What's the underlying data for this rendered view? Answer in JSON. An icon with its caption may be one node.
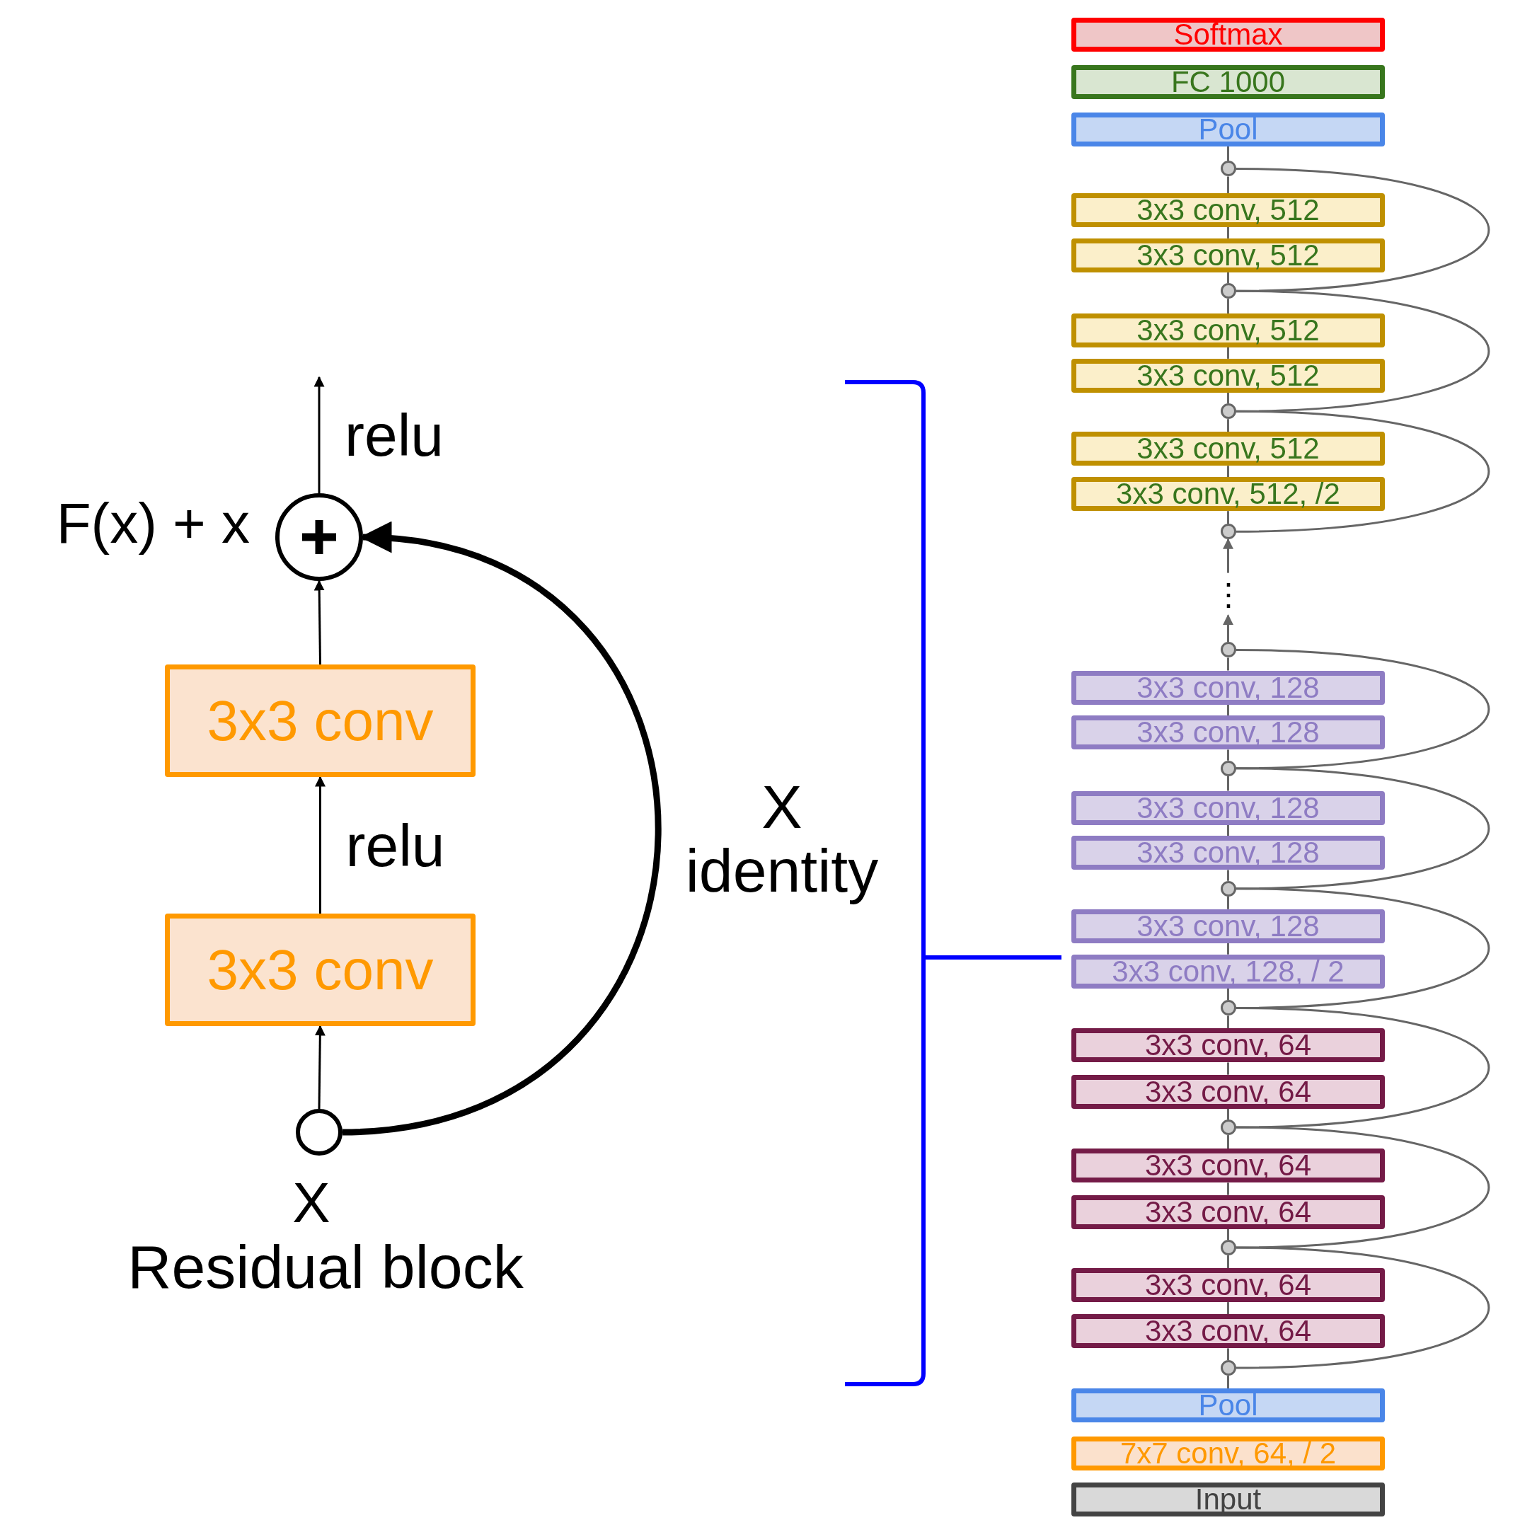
{
  "diagram": {
    "nodes": [
      {
        "text": [],
        "shape": "circle",
        "beside": [
          "F(x) + x"
        ]
      },
      {
        "text": [
          "3x3 conv"
        ]
      },
      {
        "text": [
          "3x3 conv"
        ]
      },
      {
        "text": [],
        "shape": "circle",
        "beside": [
          "X"
        ]
      },
      {
        "text": [
          "Softmax"
        ]
      },
      {
        "text": [
          "FC 1000"
        ]
      },
      {
        "text": [
          "Pool"
        ]
      },
      {
        "text": [],
        "shape": "circle"
      },
      {
        "text": [
          "3x3 conv, 512"
        ]
      },
      {
        "text": [
          "3x3 conv, 512"
        ]
      },
      {
        "text": [],
        "shape": "circle"
      },
      {
        "text": [
          "3x3 conv, 512"
        ]
      },
      {
        "text": [
          "3x3 conv, 512"
        ]
      },
      {
        "text": [],
        "shape": "circle"
      },
      {
        "text": [
          "3x3 conv, 512"
        ]
      },
      {
        "text": [
          "3x3 conv, 512, /2"
        ]
      },
      {
        "text": [],
        "shape": "circle"
      },
      {
        "text": [
          "⋮"
        ]
      },
      {
        "text": [],
        "shape": "circle"
      },
      {
        "text": [
          "3x3 conv, 128"
        ]
      },
      {
        "text": [
          "3x3 conv, 128"
        ]
      },
      {
        "text": [],
        "shape": "circle"
      },
      {
        "text": [
          "3x3 conv, 128"
        ]
      },
      {
        "text": [
          "3x3 conv, 128"
        ]
      },
      {
        "text": [],
        "shape": "circle"
      },
      {
        "text": [
          "3x3 conv, 128"
        ]
      },
      {
        "text": [
          "3x3 conv, 128, / 2"
        ]
      },
      {
        "text": [],
        "shape": "circle"
      },
      {
        "text": [
          "3x3 conv, 64"
        ]
      },
      {
        "text": [
          "3x3 conv, 64"
        ]
      },
      {
        "text": [],
        "shape": "circle"
      },
      {
        "text": [
          "3x3 conv, 64"
        ]
      },
      {
        "text": [
          "3x3 conv, 64"
        ]
      },
      {
        "text": [],
        "shape": "circle"
      },
      {
        "text": [
          "3x3 conv, 64"
        ]
      },
      {
        "text": [
          "3x3 conv, 64"
        ]
      },
      {
        "text": [],
        "shape": "circle"
      },
      {
        "text": [
          "Pool"
        ]
      },
      {
        "text": [
          "7x7 conv, 64, / 2"
        ]
      },
      {
        "text": [
          "Input"
        ]
      }
    ],
    "edges": [
      {
        "from": 0,
        "to": null,
        "arrow": "to",
        "label": "relu",
        "color": "#000000"
      },
      {
        "from": 1,
        "to": 0,
        "arrow": "to",
        "color": "#000000"
      },
      {
        "from": 2,
        "to": 1,
        "arrow": "to",
        "label": "relu",
        "color": "#000000"
      },
      {
        "from": 3,
        "to": 2,
        "arrow": "to",
        "color": "#000000"
      },
      {
        "from": 3,
        "to": 0,
        "arrow": "to",
        "style": "thick",
        "color": "#000000"
      },
      {
        "from": 7,
        "to": 6,
        "arrow": "none"
      },
      {
        "from": 8,
        "to": 7,
        "arrow": "none"
      },
      {
        "from": 9,
        "to": 8,
        "arrow": "none"
      },
      {
        "from": 10,
        "to": 9,
        "arrow": "none"
      },
      {
        "from": 11,
        "to": 10,
        "arrow": "none"
      },
      {
        "from": 12,
        "to": 11,
        "arrow": "none"
      },
      {
        "from": 13,
        "to": 12,
        "arrow": "none"
      },
      {
        "from": 14,
        "to": 13,
        "arrow": "none"
      },
      {
        "from": 15,
        "to": 14,
        "arrow": "none"
      },
      {
        "from": 16,
        "to": 15,
        "arrow": "none"
      },
      {
        "from": 17,
        "to": 16,
        "arrow": "to"
      },
      {
        "from": 18,
        "to": 17,
        "arrow": "to"
      },
      {
        "from": 19,
        "to": 18,
        "arrow": "none"
      },
      {
        "from": 20,
        "to": 19,
        "arrow": "none"
      },
      {
        "from": 21,
        "to": 20,
        "arrow": "none"
      },
      {
        "from": 22,
        "to": 21,
        "arrow": "none"
      },
      {
        "from": 23,
        "to": 22,
        "arrow": "none"
      },
      {
        "from": 24,
        "to": 23,
        "arrow": "none"
      },
      {
        "from": 25,
        "to": 24,
        "arrow": "none"
      },
      {
        "from": 26,
        "to": 25,
        "arrow": "none"
      },
      {
        "from": 27,
        "to": 26,
        "arrow": "none"
      },
      {
        "from": 28,
        "to": 27,
        "arrow": "none"
      },
      {
        "from": 29,
        "to": 28,
        "arrow": "none"
      },
      {
        "from": 30,
        "to": 29,
        "arrow": "none"
      },
      {
        "from": 31,
        "to": 30,
        "arrow": "none"
      },
      {
        "from": 32,
        "to": 31,
        "arrow": "none"
      },
      {
        "from": 33,
        "to": 32,
        "arrow": "none"
      },
      {
        "from": 34,
        "to": 33,
        "arrow": "none"
      },
      {
        "from": 35,
        "to": 34,
        "arrow": "none"
      },
      {
        "from": 36,
        "to": 35,
        "arrow": "none"
      },
      {
        "from": 37,
        "to": 36,
        "arrow": "none"
      },
      {
        "from": 10,
        "to": 7,
        "arrow": "none"
      },
      {
        "from": 13,
        "to": 10,
        "arrow": "none"
      },
      {
        "from": 16,
        "to": 13,
        "arrow": "none"
      },
      {
        "from": 21,
        "to": 18,
        "arrow": "none"
      },
      {
        "from": 24,
        "to": 21,
        "arrow": "none"
      },
      {
        "from": 27,
        "to": 24,
        "arrow": "none"
      },
      {
        "from": 30,
        "to": 27,
        "arrow": "none"
      },
      {
        "from": 33,
        "to": 30,
        "arrow": "none"
      },
      {
        "from": 36,
        "to": 33,
        "arrow": "none"
      }
    ],
    "labels": [
      "X identity",
      "Residual block"
    ]
  }
}
